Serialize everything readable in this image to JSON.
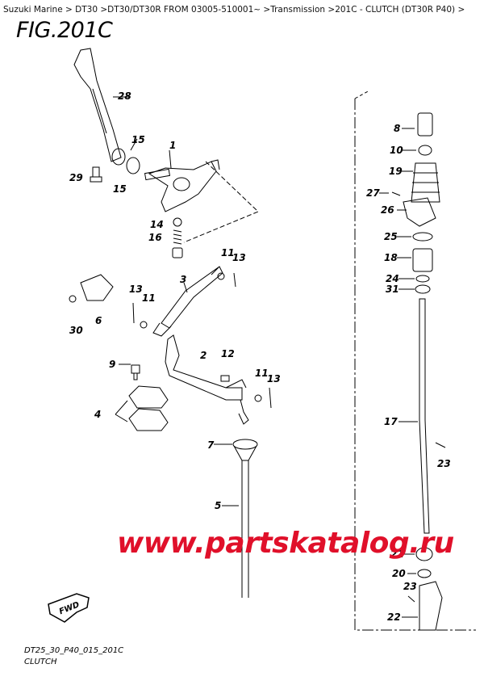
{
  "breadcrumb": "Suzuki Marine > DT30 >DT30/DT30R FROM 03005-510001~ >Transmission >201C - CLUTCH (DT30R P40) >",
  "figure_title": "FIG.201C",
  "footer": {
    "code": "DT25_30_P40_015_201C",
    "subtitle": "CLUTCH"
  },
  "watermark": "www.partskatalog.ru",
  "fwd_label": "FWD",
  "callouts": {
    "c1": "1",
    "c2": "2",
    "c3": "3",
    "c4": "4",
    "c5": "5",
    "c6": "6",
    "c7": "7",
    "c8": "8",
    "c9": "9",
    "c10": "10",
    "c11a": "11",
    "c11b": "11",
    "c11c": "11",
    "c12": "12",
    "c13a": "13",
    "c13b": "13",
    "c13c": "13",
    "c14": "14",
    "c15a": "15",
    "c15b": "15",
    "c16": "16",
    "c17": "17",
    "c18": "18",
    "c19": "19",
    "c20": "20",
    "c21": "21",
    "c22": "22",
    "c23a": "23",
    "c23b": "23",
    "c24": "24",
    "c25": "25",
    "c26": "26",
    "c27": "27",
    "c28": "28",
    "c29": "29",
    "c30": "30",
    "c31": "31"
  },
  "colors": {
    "watermark": "#e0102a",
    "line": "#000000"
  }
}
